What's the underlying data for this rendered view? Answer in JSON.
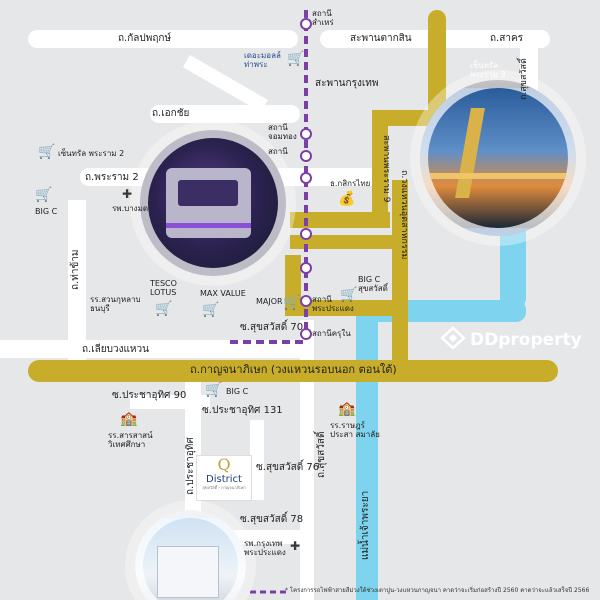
{
  "roads": {
    "kanlapaphruek": "ถ.กัลปพฤกษ์",
    "ekkachai": "ถ.เอกชัย",
    "phra_ram_2": "ถ.พระราม 2",
    "tha_kham": "ถ.ท่าข้าม",
    "liap_wongwaen": "ถ.เลียบวงแหวน",
    "kanchanaphisek": "ถ.กาญจนาภิเษก (วงแหวนรอบนอก ตอนใต้)",
    "sakhon": "ถ.สาคร",
    "suk_sawat_70": "ซ.สุขสวัสดิ์ 70",
    "suk_sawat_76": "ซ.สุขสวัสดิ์ 76",
    "suk_sawat_78": "ซ.สุขสวัสดิ์ 78",
    "suk_sawat": "ถ.สุขสวัสดิ์",
    "pracha_uthit": "ถ.ประชาอุทิศ",
    "pracha_uthit_90": "ซ.ประชาอุทิศ 90",
    "pracha_uthit_131": "ซ.ประชาอุทิศ 131",
    "phra_ram_9_bridge": "สะพานพระราม 9",
    "ring_road_industrial": "ถ.วงแหวนอุตสาหกรรม",
    "suk_sawat_right": "ถ.สุขสวัสดิ์"
  },
  "bridges": {
    "taksin": "สะพานตากสิน",
    "krungthep": "สะพานกรุงเทพ"
  },
  "river": {
    "chao_phraya": "แม่น้ำเจ้าพระยา"
  },
  "stations": {
    "samrae": "สถานี สำเหร่",
    "chom_thong": "สถานี จอมทอง",
    "phra_pradaeng": "สถานี พระประแดง",
    "kru_nai": "สถานีครุใน",
    "partial": "สถานี"
  },
  "places": {
    "mall_thapra": "เดอะมอลล์ ท่าพระ",
    "central_rama2": "เซ็นทรัล พระราม 2",
    "central_rama3": "เซ็นทรัล พระราม 3",
    "bigc_1": "BIG C",
    "bigc_suksawat": "BIG C สุขสวัสดิ์",
    "bigc_2": "BIG C",
    "hospital_bangmod": "รพ.บางมด",
    "kasikorn": "ธ.กสิกรไทย",
    "school_suankularb": "รร.สวนกุหลาบ ธนบุรี",
    "tesco": "TESCO LOTUS",
    "max_value": "MAX VALUE",
    "major": "MAJOR",
    "school_sarasas": "รร.สารสาสน์ วิเทศศึกษา",
    "school_ratprasa": "รร.ราษฎร์ประสา สมาลัย",
    "hospital_bangkok": "รพ.กรุงเทพ พระประแดง",
    "q_district": "District",
    "q_district_sub": "สุขสวัสดิ์ - กาญจนาภิเษก",
    "q_letter": "Q"
  },
  "watermark": "DDproperty",
  "note": "* โครงการรถไฟฟ้าสายสีม่วงใต้ช่วงเตาปูน-วงแหวนกาญจนา คาดว่าจะเริ่มก่อสร้างปี 2560 คาดว่าจะแล้วเสร็จปี 2566",
  "colors": {
    "highway": "#c8ad2a",
    "river": "#7ed3ee",
    "purple_line": "#7b3fa8",
    "road": "#ffffff"
  },
  "icons": {
    "shopping": "shopping-cart-icon",
    "hospital": "cross-icon",
    "bank": "money-bag-icon",
    "school": "school-icon"
  }
}
